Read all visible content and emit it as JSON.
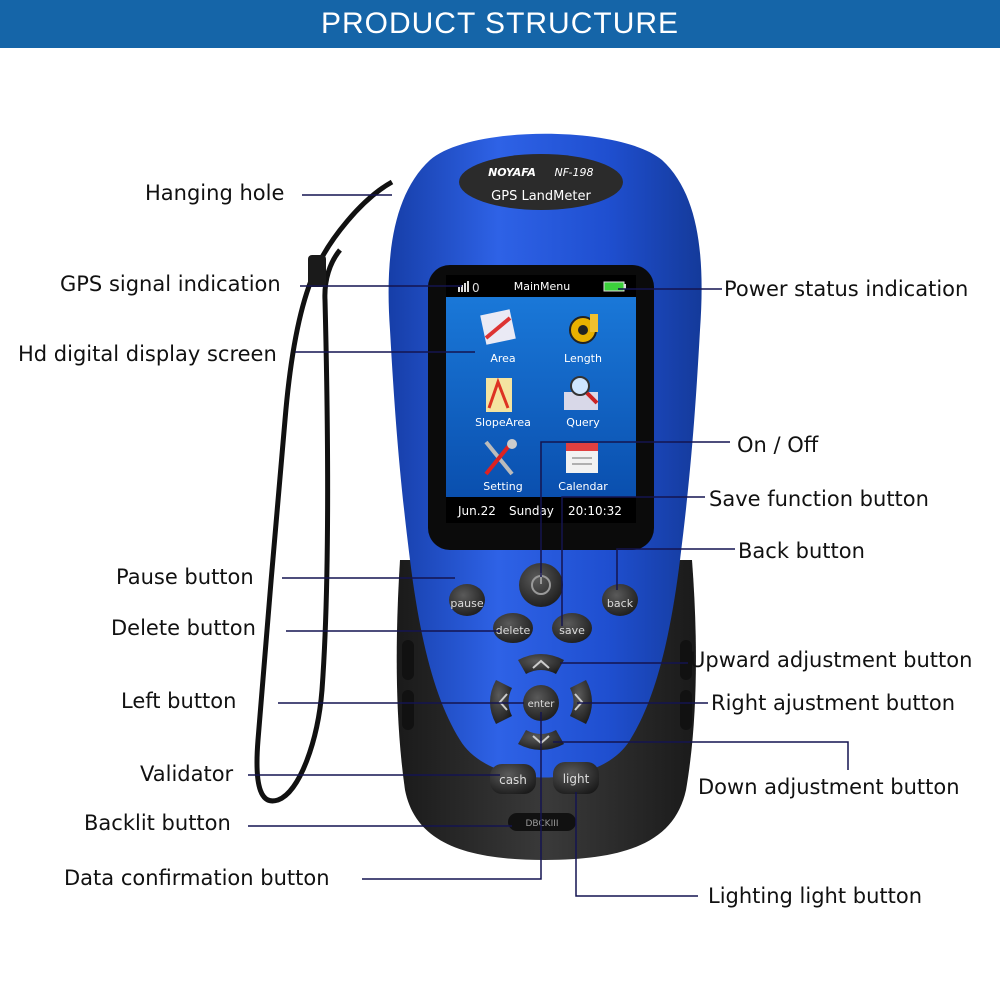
{
  "banner": {
    "title": "PRODUCT STRUCTURE"
  },
  "device": {
    "brand": "NOYAFA",
    "model": "NF-198",
    "name": "GPS LandMeter",
    "bottom_badge": "DBCKIII",
    "colors": {
      "body": "#1f4fd0",
      "grip": "#2a2a2a",
      "screen": "#0d5fc2"
    },
    "screen": {
      "signal_value": "0",
      "menu_title": "MainMenu",
      "icons": [
        {
          "label": "Area",
          "icon": "area-map-icon"
        },
        {
          "label": "Length",
          "icon": "length-tape-icon"
        },
        {
          "label": "SlopeArea",
          "icon": "slope-area-icon"
        },
        {
          "label": "Query",
          "icon": "query-magnifier-icon"
        },
        {
          "label": "Setting",
          "icon": "setting-tools-icon"
        },
        {
          "label": "Calendar",
          "icon": "calendar-icon"
        }
      ],
      "date": "Jun.22",
      "weekday": "Sunday",
      "time": "20:10:32"
    },
    "buttons": {
      "pause": "pause",
      "delete": "delete",
      "save": "save",
      "back": "back",
      "enter": "enter",
      "cash": "cash",
      "light": "light"
    }
  },
  "labels": {
    "hanging_hole": "Hanging hole",
    "gps_signal": "GPS signal indication",
    "display_screen": "Hd digital display screen",
    "power_status": "Power status indication",
    "on_off": "On / Off",
    "save_button": "Save function button",
    "back_button": "Back button",
    "pause_button": "Pause button",
    "delete_button": "Delete button",
    "up_button": "Upward adjustment button",
    "left_button": "Left button",
    "right_button": "Right ajustment button",
    "validator": "Validator",
    "down_button": "Down adjustment button",
    "backlit_button": "Backlit button",
    "data_confirm": "Data confirmation button",
    "lighting_button": "Lighting light button"
  }
}
